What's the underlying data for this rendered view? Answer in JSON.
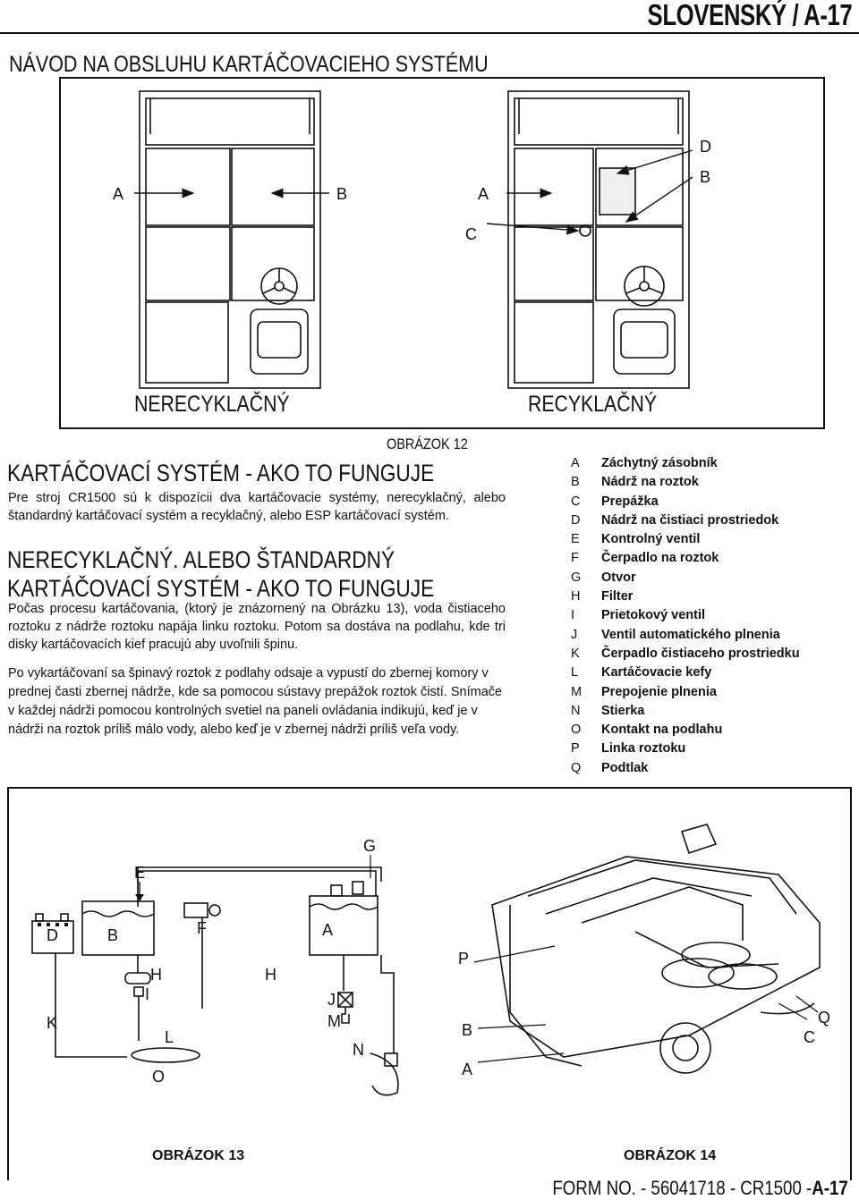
{
  "header": {
    "language_page": "SLOVENSKÝ / A-17",
    "title": "NÁVOD NA OBSLUHU KARTÁČOVACIEHO SYSTÉMU"
  },
  "figure12": {
    "left_caption": "NERECYKLAČNÝ",
    "right_caption": "RECYKLAČNÝ",
    "label": "OBRÁZOK 12",
    "callouts": {
      "left_a": "A",
      "left_b": "B",
      "right_a": "A",
      "right_c": "C",
      "right_d": "D",
      "right_b": "B"
    }
  },
  "section": {
    "title": "KARTÁČOVACÍ SYSTÉM - AKO TO FUNGUJE",
    "body": "Pre stroj CR1500 sú k dispozícii dva kartáčovacie systémy, nerecyklačný, alebo štandardný kartáčovací systém a recyklačný, alebo ESP kartáčovací systém."
  },
  "subsection": {
    "title": "NERECYKLAČNÝ. ALEBO ŠTANDARDNÝ KARTÁČOVACÍ SYSTÉM - AKO TO FUNGUJE",
    "body1": "Počas procesu kartáčovania, (ktorý je znázornený na Obrázku 13), voda čistiaceho roztoku z nádrže roztoku napája linku roztoku. Potom sa dostáva na podlahu, kde tri disky kartáčovacích kief pracujú aby uvoľnili špinu.",
    "body2": "Po vykartáčovaní sa špinavý roztok z podlahy odsaje a vypustí do zbernej komory v prednej časti zbernej nádrže, kde sa pomocou sústavy prepážok roztok čistí. Snímače v každej nádrži pomocou kontrolných svetiel na paneli ovládania indikujú, keď je v nádrži na roztok príliš málo vody, alebo keď je v zbernej nádrži príliš veľa vody."
  },
  "legend": [
    {
      "key": "A",
      "label": "Záchytný zásobník"
    },
    {
      "key": "B",
      "label": "Nádrž na roztok"
    },
    {
      "key": "C",
      "label": "Prepážka"
    },
    {
      "key": "D",
      "label": "Nádrž na čistiaci prostriedok"
    },
    {
      "key": "E",
      "label": "Kontrolný ventil"
    },
    {
      "key": "F",
      "label": "Čerpadlo na roztok"
    },
    {
      "key": "G",
      "label": "Otvor"
    },
    {
      "key": "H",
      "label": "Filter"
    },
    {
      "key": "I",
      "label": "Prietokový ventil"
    },
    {
      "key": "J",
      "label": "Ventil automatického plnenia"
    },
    {
      "key": "K",
      "label": "Čerpadlo čistiaceho prostriedku"
    },
    {
      "key": "L",
      "label": "Kartáčovacie kefy"
    },
    {
      "key": "M",
      "label": "Prepojenie plnenia"
    },
    {
      "key": "N",
      "label": "Stierka"
    },
    {
      "key": "O",
      "label": "Kontakt na podlahu"
    },
    {
      "key": "P",
      "label": "Linka roztoku"
    },
    {
      "key": "Q",
      "label": "Podtlak"
    }
  ],
  "figure13": {
    "label": "OBRÁZOK 13",
    "callouts": {
      "e": "E",
      "d": "D",
      "b": "B",
      "f": "F",
      "a": "A",
      "h1": "H",
      "i": "I",
      "h2": "H",
      "k": "K",
      "l": "L",
      "o": "O",
      "j": "J",
      "m": "M",
      "n": "N",
      "g": "G"
    }
  },
  "figure14": {
    "label": "OBRÁZOK 14",
    "callouts": {
      "p": "P",
      "b": "B",
      "a": "A",
      "q": "Q",
      "c": "C"
    }
  },
  "footer": {
    "form_prefix": "FORM NO. - 56041718 - CR1500 -",
    "page": "A-17"
  }
}
